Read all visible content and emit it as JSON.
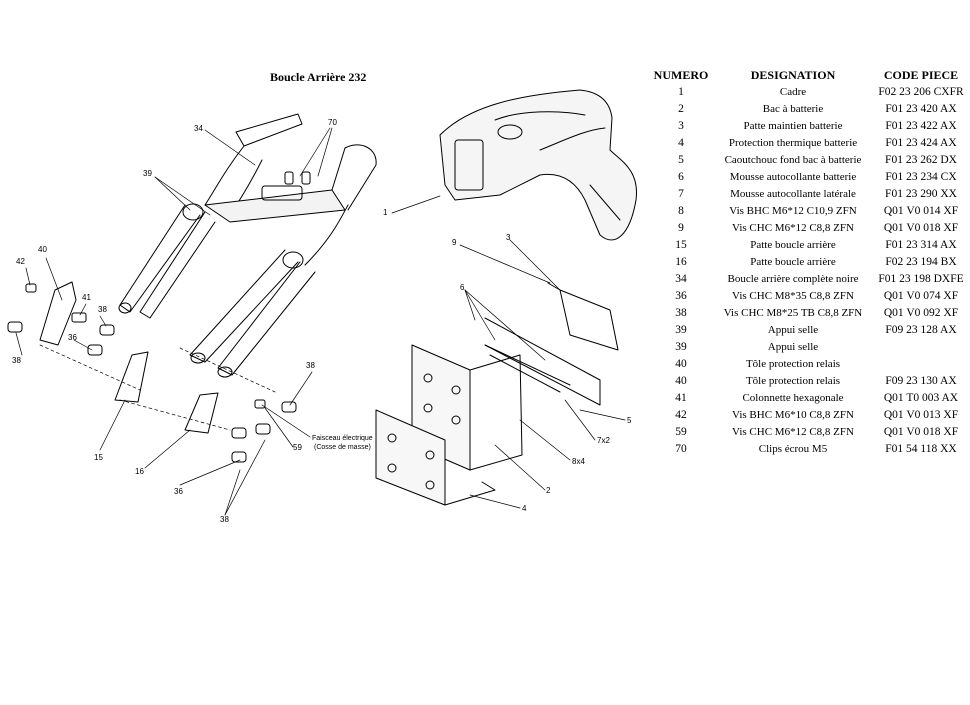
{
  "title": "Boucle Arrière 232",
  "table": {
    "headers": [
      "NUMERO",
      "DESIGNATION",
      "CODE PIECE"
    ],
    "rows": [
      [
        "1",
        "Cadre",
        "F02 23 206 CXFR"
      ],
      [
        "2",
        "Bac à batterie",
        "F01 23 420 AX"
      ],
      [
        "3",
        "Patte maintien batterie",
        "F01 23 422 AX"
      ],
      [
        "4",
        "Protection thermique batterie",
        "F01 23 424 AX"
      ],
      [
        "5",
        "Caoutchouc fond bac à batterie",
        "F01 23 262 DX"
      ],
      [
        "6",
        "Mousse autocollante batterie",
        "F01 23 234 CX"
      ],
      [
        "7",
        "Mousse autocollante latérale",
        "F01 23 290 XX"
      ],
      [
        "8",
        "Vis BHC M6*12 C10,9 ZFN",
        "Q01 V0 014 XF"
      ],
      [
        "9",
        "Vis CHC M6*12 C8,8 ZFN",
        "Q01 V0 018 XF"
      ],
      [
        "15",
        "Patte boucle arrière",
        "F01 23 314 AX"
      ],
      [
        "16",
        "Patte boucle arrière",
        "F02 23 194 BX"
      ],
      [
        "34",
        "Boucle arrière complète noire",
        "F01 23 198 DXFE"
      ],
      [
        "36",
        "Vis CHC M8*35 C8,8 ZFN",
        "Q01 V0 074 XF"
      ],
      [
        "38",
        "Vis CHC M8*25 TB C8,8 ZFN",
        "Q01 V0 092 XF"
      ],
      [
        "39",
        "Appui selle",
        "F09 23 128 AX"
      ],
      [
        "39",
        "Appui selle",
        ""
      ],
      [
        "40",
        "Tôle protection relais",
        ""
      ],
      [
        "40",
        "Tôle protection relais",
        "F09 23 130 AX"
      ],
      [
        "41",
        "Colonnette hexagonale",
        "Q01 T0 003 AX"
      ],
      [
        "42",
        "Vis BHC M6*10 C8,8 ZFN",
        "Q01 V0 013 XF"
      ],
      [
        "59",
        "Vis CHC M6*12 C8,8 ZFN",
        "Q01 V0 018 XF"
      ],
      [
        "70",
        "Clips écrou M5",
        "F01 54 118 XX"
      ]
    ]
  },
  "callouts": {
    "n34": "34",
    "n70": "70",
    "n39": "39",
    "n40": "40",
    "n42": "42",
    "n41": "41",
    "n38a": "38",
    "n38b": "38",
    "n36a": "36",
    "n38c": "38",
    "n15": "15",
    "n16": "16",
    "n59": "59",
    "n36b": "36",
    "n38d": "38",
    "n1": "1",
    "n9": "9",
    "n3": "3",
    "n6": "6",
    "n5": "5",
    "n7x2": "7x2",
    "n8x4": "8x4",
    "n2": "2",
    "n4": "4",
    "harness_line1": "Faisceau électrique",
    "harness_line2": "(Cosse de masse)"
  }
}
